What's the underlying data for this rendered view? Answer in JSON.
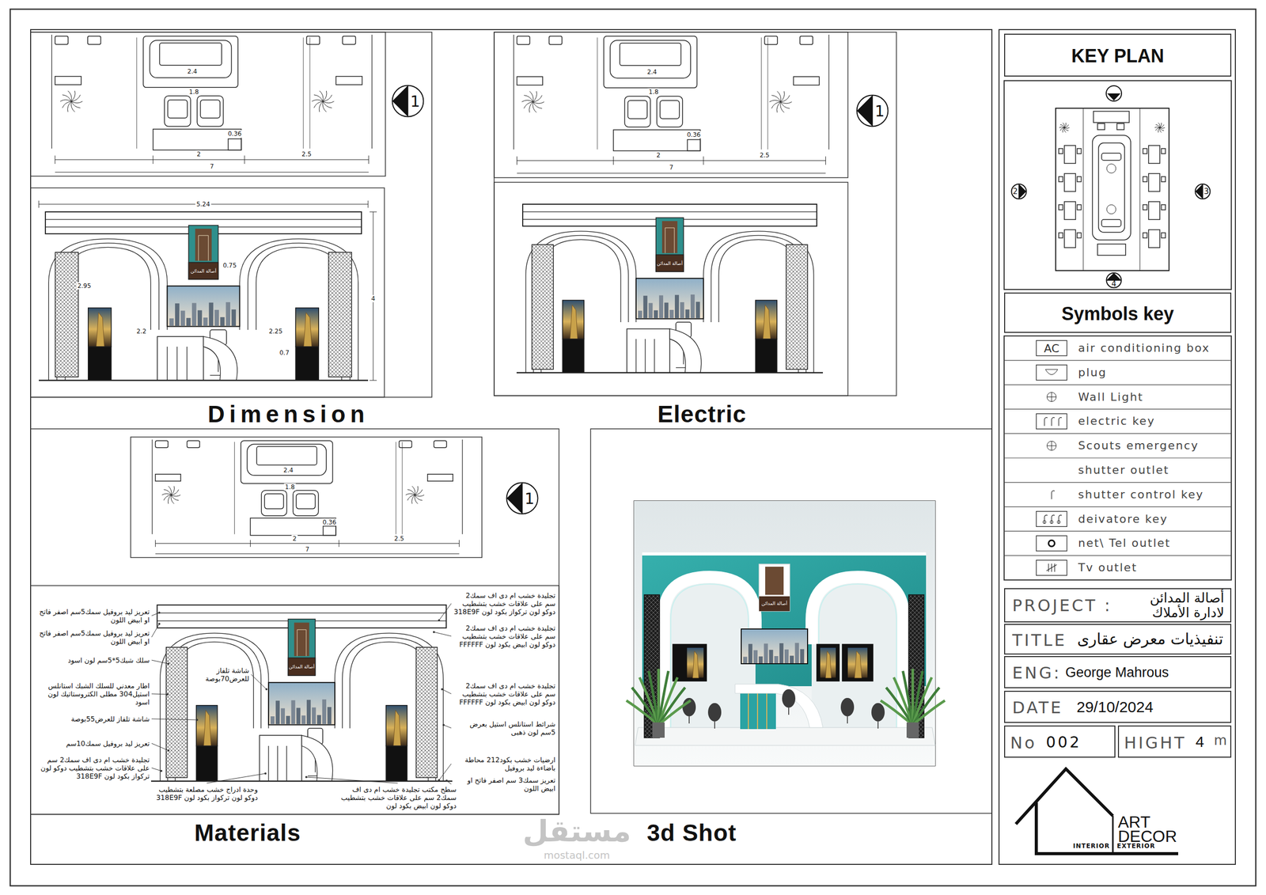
{
  "diagram": {
    "nodes": [
      {
        "text": [
          "KEY PLAN"
        ]
      },
      {
        "text": [
          "Symbols key"
        ]
      },
      {
        "text": [
          "PROJECT :",
          "أصالة المدائن لادارة الأملاك"
        ]
      },
      {
        "text": [
          "TITLE",
          "تنفيذيات معرض عقارى"
        ]
      },
      {
        "text": [
          "ENG:",
          "George Mahrous"
        ]
      },
      {
        "text": [
          "DATE",
          "29/10/2024"
        ]
      },
      {
        "text": [
          "No",
          "002"
        ]
      },
      {
        "text": [
          "HIGHT",
          "4",
          "m"
        ]
      },
      {
        "text": [
          "1"
        ]
      },
      {
        "text": [
          "1"
        ]
      },
      {
        "text": [
          "1"
        ]
      },
      {
        "text": [
          "2"
        ]
      },
      {
        "text": [
          "3"
        ]
      },
      {
        "text": [
          "4"
        ]
      }
    ],
    "labels": [
      "Dimension",
      "Electric",
      "Materials",
      "3d Shot",
      "AC",
      "2.4",
      "1.8",
      "0.36",
      "2",
      "2.5",
      "7",
      "2.4",
      "1.8",
      "0.36",
      "2",
      "2.5",
      "7",
      "2.4",
      "1.8",
      "0.36",
      "2",
      "2.5",
      "7",
      "5.24",
      "0.75",
      "2.2",
      "2.25",
      "2.95",
      "4",
      "0.7",
      "أصالة المدائن",
      "أصالة المدائن",
      "أصالة المدائن",
      "أصالة المدائن",
      "تجليدة خشب ام دى اف سمك2 سم على علاقات خشب بتشطيب دوكو لون تركواز بكود لون 318E9F",
      "تجليدة خشب ام دى اف سمك2 سم على علاقات خشب بتشطيب دوكو لون ابيض بكود لون FFFFFF",
      "تجليدة خشب ام دى اف سمك2 سم على علاقات خشب بتشطيب دوكو لون ابيض بكود لون FFFFFF",
      "شرائط استانلس استيل بعرض 5سم لون ذهبى",
      "ارضيات خشب بكود212 محاطة باضاءة ليد بروفيل",
      "تعريز سمك3 سم اصفر فاتح او ابيض اللون",
      "سطح مكتب تجليدة خشب ام دى اف سمك2 سم على علاقات خشب بتشطيب دوكو لون ابيض بكود لون",
      "وحدة ادراج خشب مصلعة بتشطيب دوكو لون تركواز بكود لون 318E9F",
      "تعريز ليد بروفيل سمك5سم اصفر فاتح او ابيض اللون",
      "تعريز ليد بروفيل سمك5سم اصفر فاتح او ابيض اللون",
      "سلك شبك5*5سم لون اسود",
      "اطار معدني للسلك الشبك استانلس استيل304 مطلى الكتروستاتيك لون اسود",
      "شاشة تلفاز للعرض55بوصة",
      "تعريز ليد بروفيل سمك10سم",
      "تجليدة خشب ام دى اف سمك2 سم على علاقات خشب بتشطيب دوكو لون تركواز بكود لون 318E9F",
      "شاشة تلفاز للعرض70بوصة",
      "ART",
      "DECOR",
      "INTERIOR",
      "EXTERIOR",
      "مستقل",
      "mostaql.com"
    ],
    "legend": [
      {
        "text": "air conditioning box"
      },
      {
        "text": "plug"
      },
      {
        "text": "Wall Light"
      },
      {
        "text": "electric key"
      },
      {
        "text": "Scouts emergency"
      },
      {
        "text": "shutter outlet"
      },
      {
        "text": "shutter control key"
      },
      {
        "text": "deivatore key"
      },
      {
        "text": "net\\ Tel outlet"
      },
      {
        "text": "Tv outlet"
      }
    ]
  }
}
